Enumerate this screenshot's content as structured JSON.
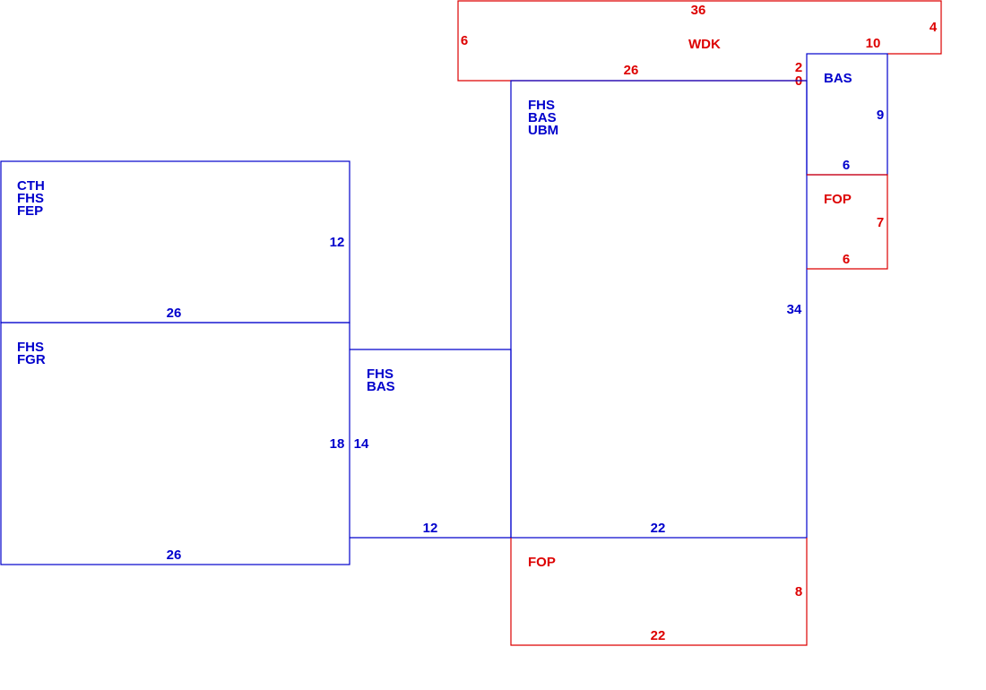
{
  "colors": {
    "living": "#0000cc",
    "exterior": "#dd0000",
    "background": "#ffffff"
  },
  "rooms": {
    "cth_block": {
      "labels": [
        "CTH",
        "FHS",
        "FEP"
      ],
      "dims": {
        "right": "12",
        "bottom": "26"
      }
    },
    "fgr_block": {
      "labels": [
        "FHS",
        "FGR"
      ],
      "dims": {
        "right": "18",
        "bottom": "26"
      }
    },
    "bas_small_block": {
      "labels": [
        "FHS",
        "BAS"
      ],
      "dims": {
        "left": "14",
        "bottom": "12"
      }
    },
    "main_block": {
      "labels": [
        "FHS",
        "BAS",
        "UBM"
      ],
      "dims": {
        "right": "34",
        "bottom": "22"
      }
    },
    "bas_corner": {
      "labels": [
        "BAS"
      ],
      "dims": {
        "right": "9",
        "bottom": "6"
      }
    },
    "fop_right": {
      "labels": [
        "FOP"
      ],
      "dims": {
        "right": "7",
        "bottom": "6"
      }
    },
    "fop_bottom": {
      "labels": [
        "FOP"
      ],
      "dims": {
        "right": "8",
        "bottom": "22"
      }
    },
    "wdk": {
      "labels": [
        "WDK"
      ],
      "dims": {
        "top": "36",
        "left": "6",
        "right": "4",
        "bottom_right": "10",
        "bottom_left": "26",
        "step": "2",
        "offset": "0"
      }
    }
  }
}
